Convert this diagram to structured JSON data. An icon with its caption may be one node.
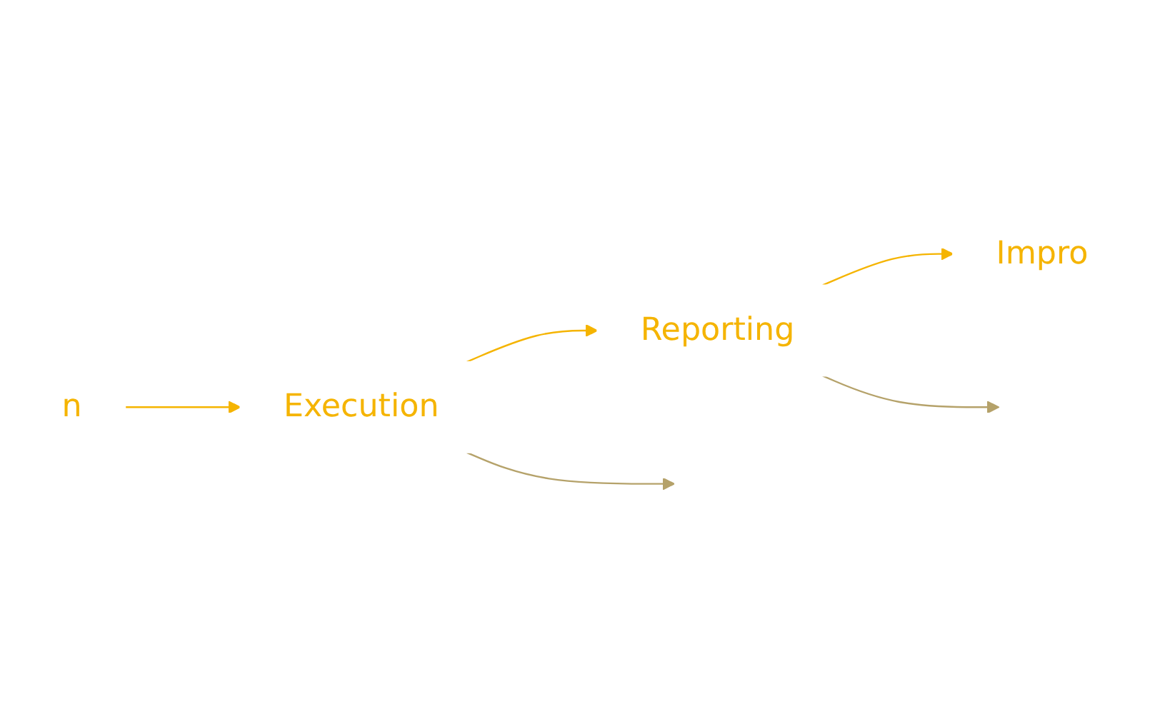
{
  "diagram": {
    "nodes": [
      {
        "text": [
          "n"
        ]
      },
      {
        "text": [
          "Execution"
        ]
      },
      {
        "text": [
          "Reporting"
        ]
      },
      {
        "text": [
          "Impro"
        ]
      }
    ],
    "edges": [
      {
        "from": 0,
        "to": 1,
        "arrow": "to"
      },
      {
        "from": 1,
        "to": 2,
        "arrow": "to"
      },
      {
        "from": 2,
        "to": 3,
        "arrow": "to"
      },
      {
        "from": 1,
        "to": null,
        "arrow": "to",
        "color": "#b5a26a"
      },
      {
        "from": 2,
        "to": null,
        "arrow": "to",
        "color": "#b5a26a"
      }
    ]
  }
}
